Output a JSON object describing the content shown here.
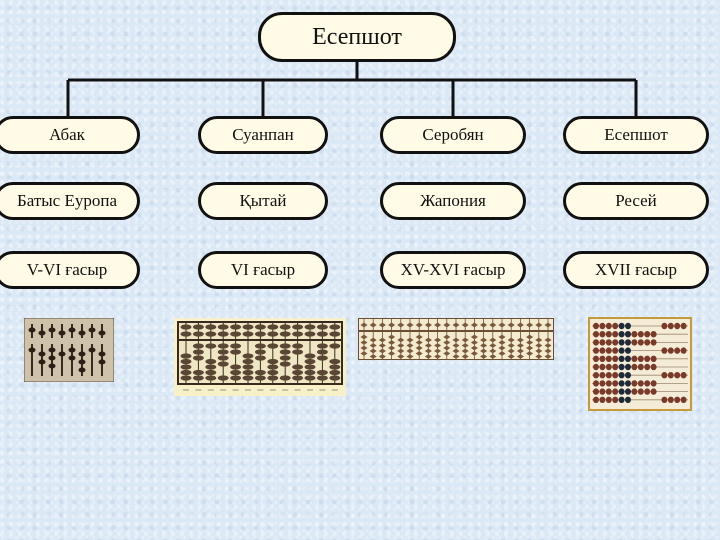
{
  "root": {
    "label": "Есепшот"
  },
  "columns": [
    {
      "device": "Абак",
      "region": "Батыс Еуропа",
      "era": "V-VI ғасыр"
    },
    {
      "device": "Суанпан",
      "region": "Қытай",
      "era": "VI ғасыр"
    },
    {
      "device": "Серобян",
      "region": "Жапония",
      "era": "XV-XVI ғасыр"
    },
    {
      "device": "Есепшот",
      "region": "Ресей",
      "era": "XVII ғасыр"
    }
  ],
  "colors": {
    "pill_fill": "#fffbe6",
    "pill_border": "#111111",
    "connector": "#111111",
    "background": "#dbe8f5",
    "wood": "#b8956a",
    "dark_bead": "#3a2a1e",
    "abacus_frame": "#c49a3a"
  }
}
